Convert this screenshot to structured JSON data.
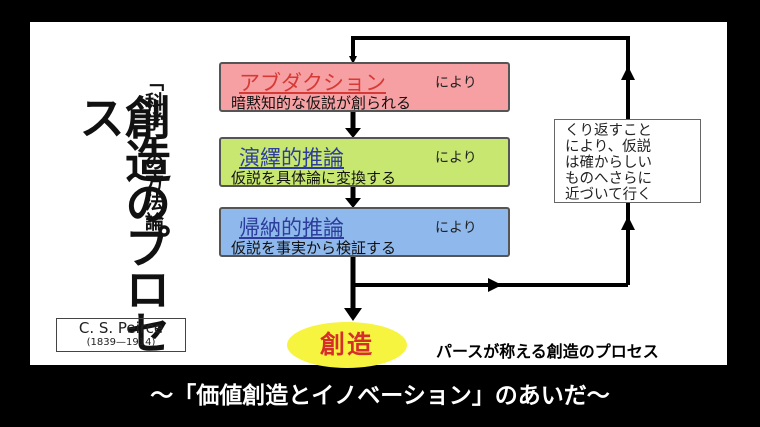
{
  "diagram": {
    "subtitle": "「科学」の方法論",
    "title": "創造のプロセス",
    "author": {
      "name": "C. S. Peirce",
      "years": "(1839—1914)"
    },
    "steps": [
      {
        "heading": "アブダクション",
        "suffix": "により",
        "text": "暗黙知的な仮説が創られる",
        "color": "#f7a0a3"
      },
      {
        "heading": "演繹的推論",
        "suffix": "により",
        "text": "仮説を具体論に変換する",
        "color": "#c7e770"
      },
      {
        "heading": "帰納的推論",
        "suffix": "により",
        "text": "仮説を事実から検証する",
        "color": "#8fb8ec"
      }
    ],
    "loop_note": [
      "くり返すこと",
      "により、仮説",
      "は確からしい",
      "ものへさらに",
      "近づいて行く"
    ],
    "result": "創造",
    "caption": "パースが称える創造のプロセス"
  },
  "footer": {
    "text": "～「価値創造とイノベーション」のあいだ～"
  }
}
